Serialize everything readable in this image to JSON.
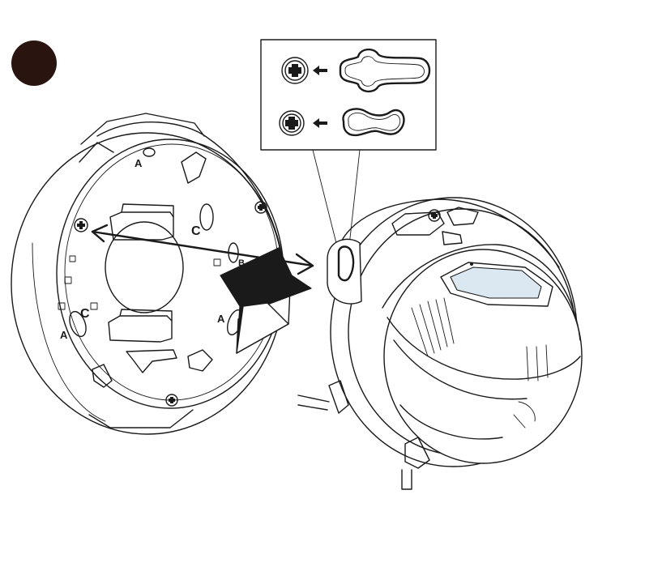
{
  "step_badge": {
    "color": "#2a1410"
  },
  "labels": {
    "mount_a_top": "A",
    "mount_a_left": "A",
    "mount_a_right": "A",
    "mount_c_upper": "C",
    "mount_c_lower": "C",
    "mount_b": "B"
  },
  "icons": {
    "screw_keyhole": "phillips-screw-icon",
    "screw_slot": "phillips-screw-icon",
    "arrow_direction": "left-arrow-icon",
    "keyhole_slot": "keyhole-slot-icon",
    "oval_slot": "oval-slot-icon"
  },
  "colors": {
    "line": "#1a1a1a",
    "background": "#ffffff",
    "lens_tint": "#dbe8f2"
  }
}
